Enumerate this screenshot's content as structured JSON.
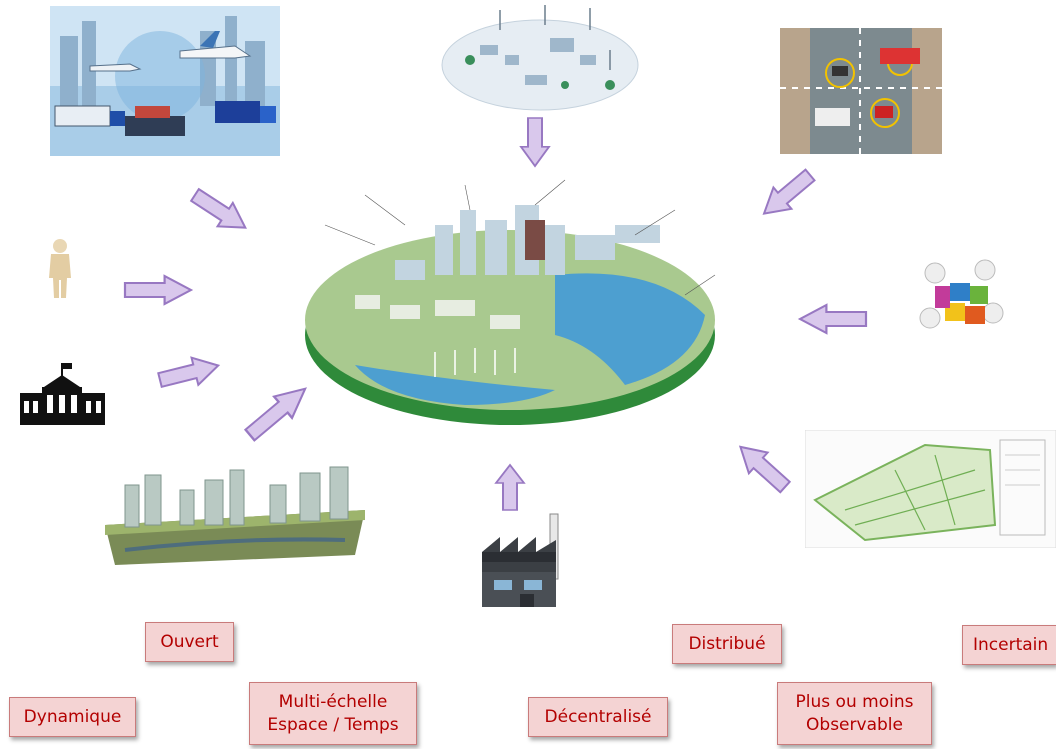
{
  "properties": {
    "ouvert": "Ouvert",
    "dynamique": "Dynamique",
    "multi_echelle": "Multi-échelle\nEspace / Temps",
    "decentralise": "Décentralisé",
    "distribue": "Distribué",
    "observable": "Plus ou moins\nObservable",
    "incertain": "Incertain"
  },
  "colors": {
    "arrow_fill": "#d9c8ec",
    "arrow_stroke": "#9878c2",
    "tag_fill": "#f4d3d3",
    "tag_text": "#b30000"
  },
  "icons": {
    "transport": "transport-logistics-icon",
    "energy": "smart-grid-icon",
    "traffic": "traffic-icon",
    "person": "person-icon",
    "institution": "institution-icon",
    "puzzle": "puzzle-people-icon",
    "urban": "urban-development-icon",
    "factory": "factory-icon",
    "plan": "urban-plan-icon",
    "city": "smart-city-icon"
  }
}
